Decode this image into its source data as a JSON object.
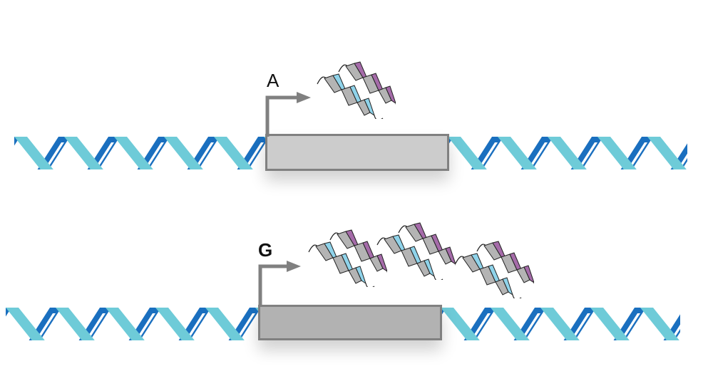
{
  "diagram": {
    "rows": [
      {
        "id": "top",
        "promoter_label": "A",
        "protein_count": 1,
        "gene_box_color": "#cccccc"
      },
      {
        "id": "bottom",
        "promoter_label": "G",
        "protein_count": 3,
        "gene_box_color": "#b2b2b2"
      }
    ],
    "colors": {
      "dna_light_strand": "#6ecbd8",
      "dna_dark_strand": "#1a6fbf",
      "gene_box_border": "#808080",
      "promoter_arrow": "#808080",
      "protein_gray": "#b4b4b4",
      "protein_blue": "#8fd3ea",
      "protein_purple": "#a56ba9"
    }
  }
}
